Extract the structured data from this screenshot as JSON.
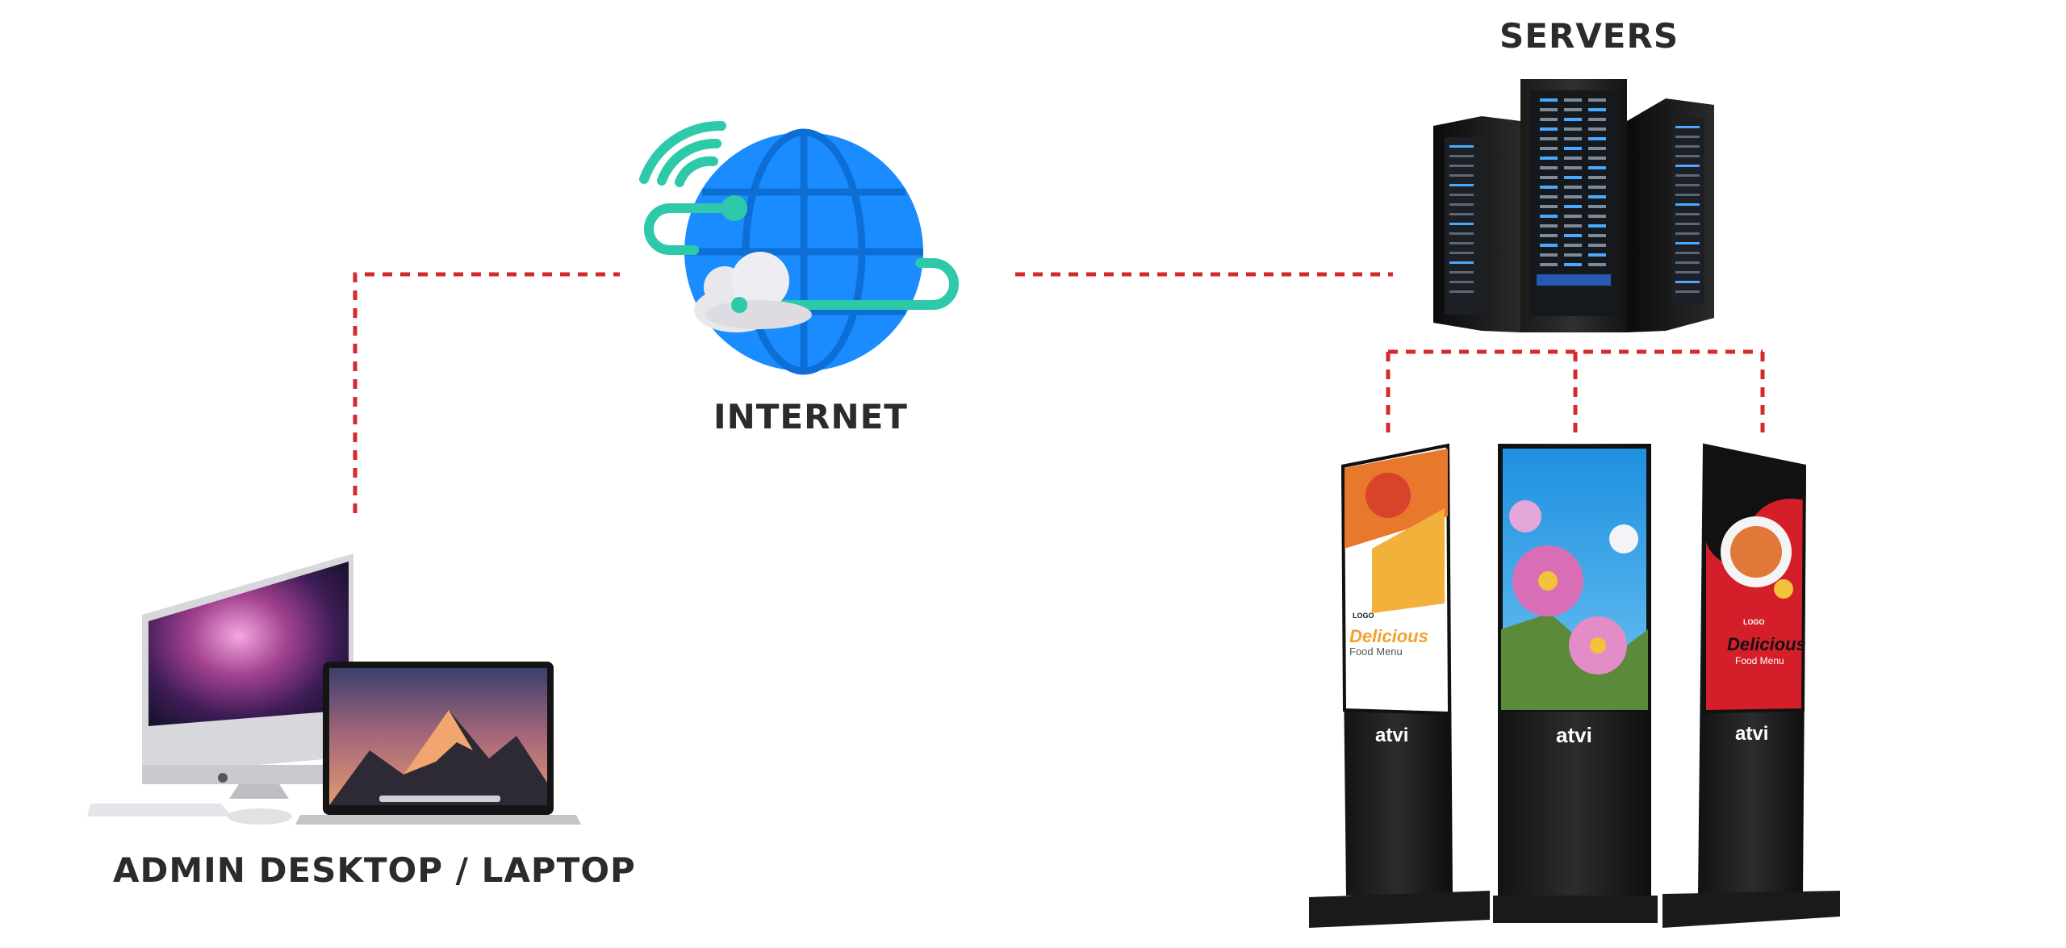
{
  "labels": {
    "servers": "SERVERS",
    "internet": "INTERNET",
    "admin": "ADMIN DESKTOP / LAPTOP"
  },
  "kiosks": [
    {
      "brand": "atvi",
      "logo": "LOGO",
      "title": "Delicious",
      "subtitle": "Food Menu"
    },
    {
      "brand": "atvi"
    },
    {
      "brand": "atvi",
      "logo": "LOGO",
      "title": "Delicious",
      "subtitle": "Food Menu"
    }
  ],
  "colors": {
    "connector": "#d42a2f",
    "globe": "#1a8cff",
    "orbit": "#2ec9a8",
    "label": "#2b2b2b"
  },
  "icons": [
    "globe-icon",
    "wifi-icon",
    "cloud-icon",
    "server-rack-icon",
    "desktop-icon",
    "laptop-icon",
    "kiosk-display-icon"
  ]
}
